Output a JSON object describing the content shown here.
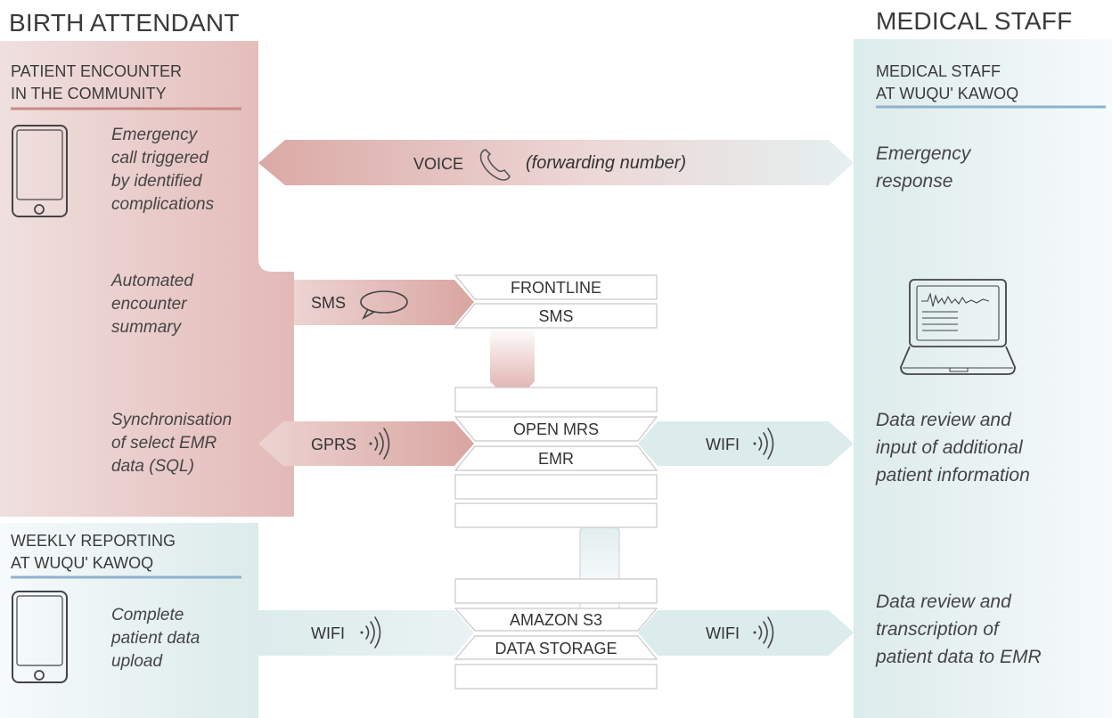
{
  "header": {
    "left_title": "BIRTH ATTENDANT",
    "right_title": "MEDICAL STAFF"
  },
  "left": {
    "section1_line1": "PATIENT ENCOUNTER",
    "section1_line2": "IN THE COMMUNITY",
    "emergency": [
      "Emergency",
      "call triggered",
      "by identified",
      "complications"
    ],
    "summary": [
      "Automated",
      "encounter",
      "summary"
    ],
    "sync": [
      "Synchronisation",
      "of select EMR",
      "data (SQL)"
    ],
    "section2_line1": "WEEKLY REPORTING",
    "section2_line2": "AT WUQU' KAWOQ",
    "upload": [
      "Complete",
      "patient data",
      "upload"
    ]
  },
  "right": {
    "section_line1": "MEDICAL STAFF",
    "section_line2": "AT WUQU' KAWOQ",
    "emergency_response": [
      "Emergency",
      "response"
    ],
    "data_review_input": [
      "Data review and",
      "input of additional",
      "patient information"
    ],
    "data_review_transcription": [
      "Data review and",
      "transcription of",
      "patient data to EMR"
    ]
  },
  "channels": {
    "voice": "VOICE",
    "voice_note": "(forwarding number)",
    "sms": "SMS",
    "gprs": "GPRS",
    "wifi_right_emr": "WIFI",
    "wifi_left_s3": "WIFI",
    "wifi_right_s3": "WIFI"
  },
  "systems": {
    "frontline_top": "FRONTLINE",
    "frontline_bottom": "SMS",
    "openmrs_top": "OPEN MRS",
    "openmrs_bottom": "EMR",
    "s3_top": "AMAZON S3",
    "s3_bottom": "DATA STORAGE"
  },
  "colors": {
    "red_band": "#e6c4c2",
    "red_arrow": "#dcaaa6",
    "teal_band": "#e8f2f2",
    "teal_arrow": "#ddecec",
    "red_rule": "#c98a84",
    "blue_rule": "#8fb2cc"
  },
  "icons": [
    "phone-icon",
    "laptop-icon",
    "handset-icon",
    "speech-bubble-icon",
    "signal-icon"
  ]
}
